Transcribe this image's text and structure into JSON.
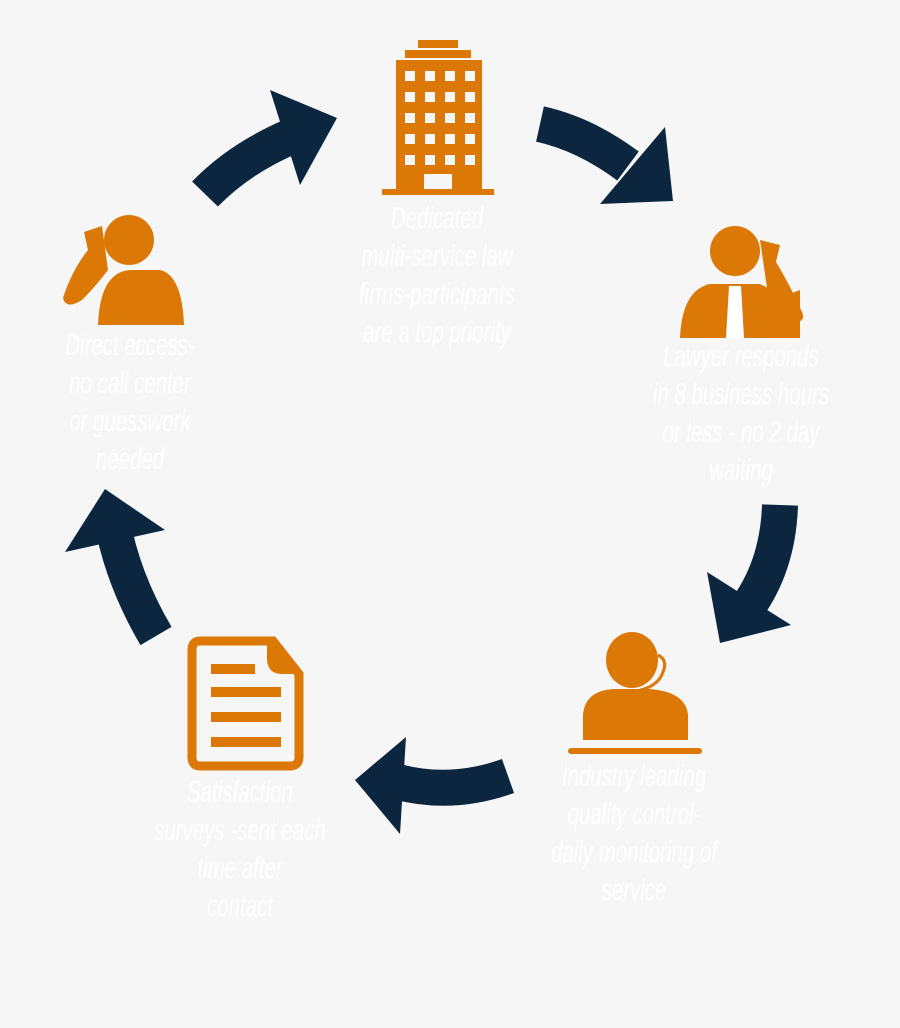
{
  "colors": {
    "background": "#f6f6f6",
    "icon": "#db7806",
    "arrow": "#0c2640",
    "text": "#ffffff"
  },
  "steps": [
    {
      "icon": "office-building-icon",
      "lines": [
        "Dedicated",
        "multi-service law",
        "firms-participants",
        "are a top priority"
      ]
    },
    {
      "icon": "lawyer-on-phone-icon",
      "lines": [
        "Lawyer  responds",
        "in 8 business hours",
        "or less - no 2 day",
        "waiting"
      ]
    },
    {
      "icon": "operator-headset-icon",
      "lines": [
        "Industry leading",
        "quality control-",
        "daily monitoring of",
        "service"
      ]
    },
    {
      "icon": "document-icon",
      "lines": [
        "Satisfaction",
        "surveys -sent each",
        "time after",
        "contact"
      ]
    },
    {
      "icon": "person-on-phone-icon",
      "lines": [
        "Direct access-",
        "no call center",
        "or guesswork",
        "needed"
      ]
    }
  ]
}
